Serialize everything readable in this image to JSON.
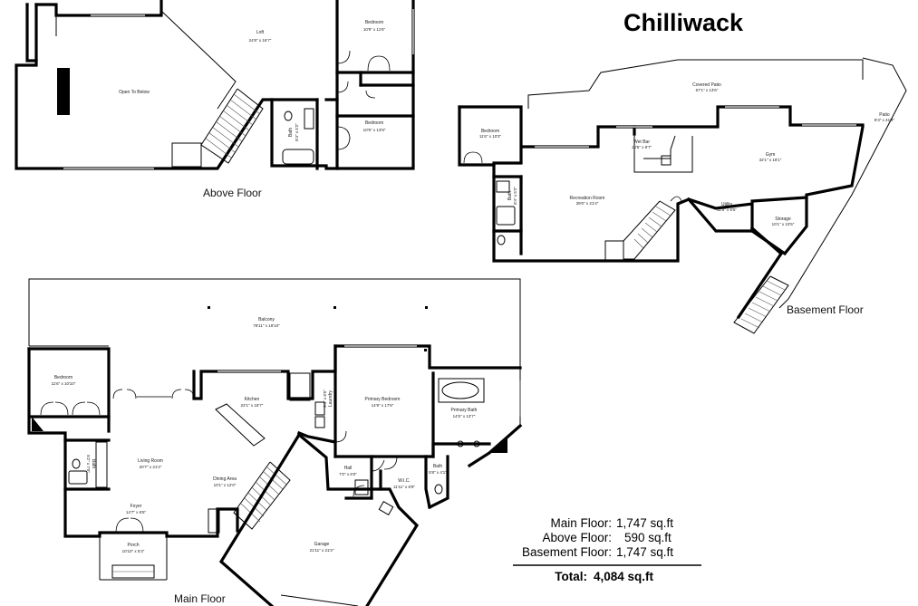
{
  "title": "Chilliwack",
  "floors": {
    "above": "Above Floor",
    "basement": "Basement Floor",
    "main": "Main Floor"
  },
  "rooms": {
    "above": [
      {
        "name": "Loft",
        "dim": "24'8\" x 16'7\""
      },
      {
        "name": "Open To Below",
        "dim": ""
      },
      {
        "name": "Bedroom",
        "dim": "10'9\" x 11'6\""
      },
      {
        "name": "Bedroom",
        "dim": "10'9\" x 13'9\""
      },
      {
        "name": "Bath",
        "dim": "8'4\" x 5'2\""
      }
    ],
    "basement": [
      {
        "name": "Covered Patio",
        "dim": "67'1\" x 13'6\""
      },
      {
        "name": "Patio",
        "dim": "8'3\" x 41'4\""
      },
      {
        "name": "Bedroom",
        "dim": "11'6\" x 10'3\""
      },
      {
        "name": "Wet Bar",
        "dim": "18'5\" x 8'7\""
      },
      {
        "name": "Gym",
        "dim": "32'1\" x 18'1\""
      },
      {
        "name": "Recreation Room",
        "dim": "39'0\" x 21'4\""
      },
      {
        "name": "Utility",
        "dim": "11'8\" x 5'5\""
      },
      {
        "name": "Storage",
        "dim": "10'1\" x 10'5\""
      },
      {
        "name": "Bath",
        "dim": "8'4\" x 5'2\""
      }
    ],
    "main": [
      {
        "name": "Balcony",
        "dim": "78'11\" x 18'10\""
      },
      {
        "name": "Bedroom",
        "dim": "11'6\" x 10'10\""
      },
      {
        "name": "Kitchen",
        "dim": "22'1\" x 16'7\""
      },
      {
        "name": "Primary Bedroom",
        "dim": "14'9\" x 17'6\""
      },
      {
        "name": "Primary Bath",
        "dim": "14'5\" x 13'7\""
      },
      {
        "name": "Living Room",
        "dim": "20'7\" x 21'4\""
      },
      {
        "name": "Dining Area",
        "dim": "10'1\" x 12'0\""
      },
      {
        "name": "Hall",
        "dim": "7'0\" x 6'0\""
      },
      {
        "name": "W.I.C.",
        "dim": "11'11\" x 8'9\""
      },
      {
        "name": "Bath",
        "dim": "5'8\" x 4'1\""
      },
      {
        "name": "Foyer",
        "dim": "14'7\" x 6'6\""
      },
      {
        "name": "Porch",
        "dim": "10'10\" x 5'3\""
      },
      {
        "name": "Garage",
        "dim": "21'11\" x 21'3\""
      },
      {
        "name": "Bath",
        "dim": "5'2\" x 7'0\""
      },
      {
        "name": "Laundry",
        "dim": "9'4\" x 8'5\""
      }
    ]
  },
  "summary": {
    "main_label": "Main Floor:",
    "main_value": "1,747 sq.ft",
    "above_label": "Above Floor:",
    "above_value": "590 sq.ft",
    "basement_label": "Basement Floor:",
    "basement_value": "1,747 sq.ft",
    "total_label": "Total:",
    "total_value": "4,084 sq.ft"
  }
}
